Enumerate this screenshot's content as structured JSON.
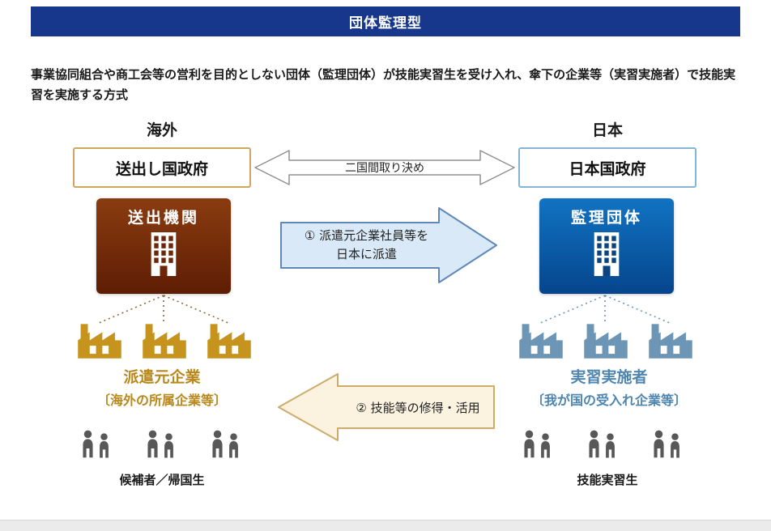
{
  "header": {
    "title": "団体監理型"
  },
  "description": "事業協同組合や商工会等の営利を目的としない団体（監理団体）が技能実習生を受け入れ、傘下の企業等（実習実施者）で技能実習を実施する方式",
  "overseas": {
    "region_label": "海外",
    "government": "送出し国政府",
    "organization": "送出機関",
    "companies_title": "派遣元企業",
    "companies_subtitle": "〔海外の所属企業等〕",
    "people_label": "候補者／帰国生"
  },
  "japan": {
    "region_label": "日本",
    "government": "日本国政府",
    "organization": "監理団体",
    "companies_title": "実習実施者",
    "companies_subtitle": "〔我が国の受入れ企業等〕",
    "people_label": "技能実習生"
  },
  "arrows": {
    "bilateral": "二国間取り決め",
    "dispatch_line1": "① 派遣元企業社員等を",
    "dispatch_line2": "日本に派遣",
    "acquisition": "② 技能等の修得・活用"
  },
  "icons": {
    "building": "building-icon",
    "factory": "factory-icon",
    "person": "person-icon",
    "bilateral_double_arrow": "bilateral-double-arrow-icon",
    "dispatch_right_arrow": "dispatch-arrow-icon",
    "acquisition_left_arrow": "return-arrow-icon"
  },
  "colors": {
    "header_bg": "#17378c",
    "overseas_accent": "#b8881c",
    "overseas_org_box": "#7a2d0c",
    "overseas_gov_border": "#d2a45c",
    "japan_accent": "#4e86b0",
    "japan_org_box": "#0c5ca8",
    "japan_gov_border": "#85b3d6",
    "dispatch_arrow_fill": "#d9e9f7",
    "dispatch_arrow_border": "#6089b8",
    "acquisition_arrow_fill": "#fbf3e0",
    "acquisition_arrow_border": "#cdab6b",
    "people_gray": "#585858"
  }
}
